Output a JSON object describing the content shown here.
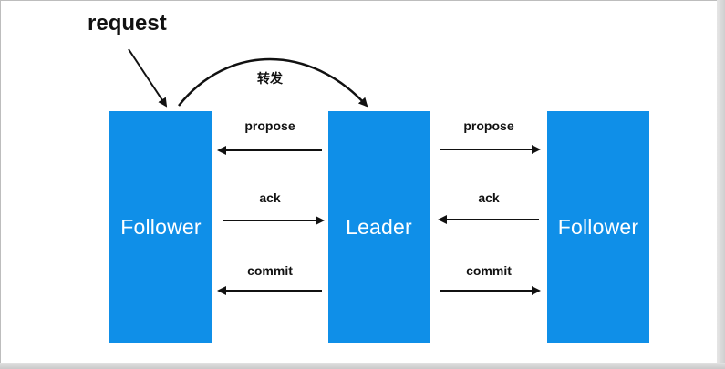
{
  "request_label": "request",
  "forward_label": "转发",
  "nodes": {
    "left": "Follower",
    "center": "Leader",
    "right": "Follower"
  },
  "messages": {
    "left": {
      "propose": "propose",
      "ack": "ack",
      "commit": "commit"
    },
    "right": {
      "propose": "propose",
      "ack": "ack",
      "commit": "commit"
    }
  },
  "colors": {
    "node_fill": "#0f8fe8",
    "node_text": "#ffffff",
    "arrow": "#111111"
  }
}
